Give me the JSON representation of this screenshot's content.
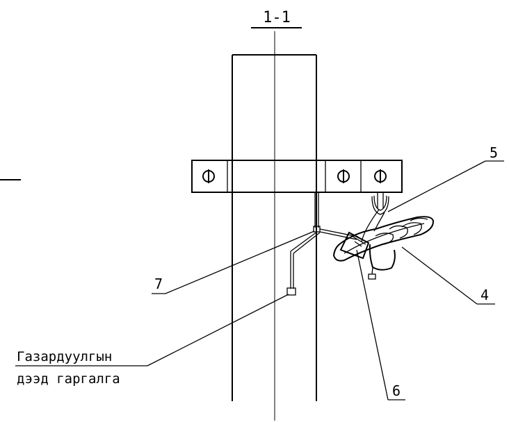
{
  "section": {
    "title": "1-1"
  },
  "callouts": {
    "c5": "5",
    "c4": "4",
    "c6": "6",
    "c7": "7",
    "ground_line1": "Газардуулгын",
    "ground_line2": "дээд гаргалга"
  },
  "colors": {
    "line": "#000000",
    "background": "#ffffff"
  }
}
